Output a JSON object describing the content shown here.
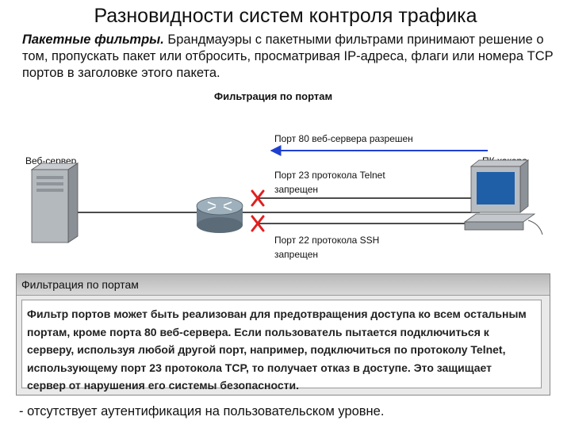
{
  "title": "Разновидности систем контроля трафика",
  "intro": {
    "lead": "Пакетные фильтры.",
    "text": " Брандмауэры с пакетными фильтрами принимают решение о том, пропускать пакет или отбросить, просматривая IP-адреса, флаги или номера TCP портов в заголовке этого пакета."
  },
  "diagram": {
    "title": "Фильтрация по портам",
    "web_server_label": "Веб-сервер",
    "hacker_pc_label": "ПК хакера",
    "flows": [
      {
        "label": "Порт 80 веб-сервера разрешен",
        "status": "allowed",
        "color": "#1f3fd0"
      },
      {
        "label_line1": "Порт 23 протокола Telnet",
        "label_line2": "запрещен",
        "status": "denied",
        "color": "#e02020"
      },
      {
        "label_line1": "Порт 22 протокола SSH",
        "label_line2": "запрещен",
        "status": "denied",
        "color": "#e02020"
      }
    ]
  },
  "panel": {
    "header": "Фильтрация по портам",
    "lines": [
      "Фильтр портов может быть реализован для предотвращения доступа ко всем остальным",
      "портам, кроме порта 80 веб-сервера. Если пользователь пытается подключиться к",
      "серверу, используя любой другой порт, например, подключиться по протоколу Telnet,",
      "использующему порт 23 протокола TCP, то получает отказ в доступе. Это защищает",
      "сервер от нарушения его системы безопасности."
    ]
  },
  "footer": "- отсутствует аутентификация на пользовательском уровне."
}
